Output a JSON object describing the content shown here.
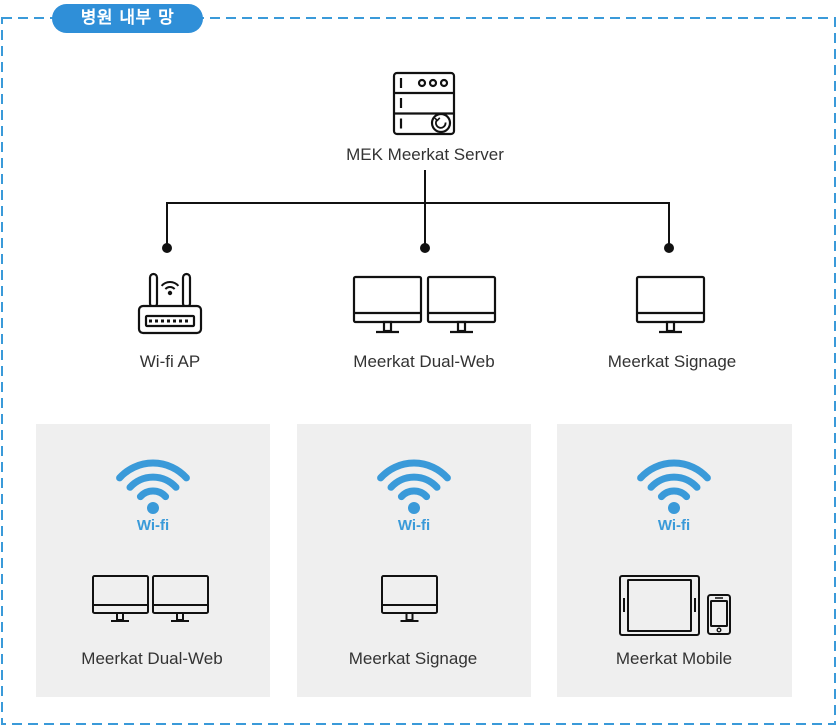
{
  "network": {
    "title": "병원 내부 망"
  },
  "server": {
    "label": "MEK Meerkat Server",
    "icon": "server-icon"
  },
  "nodes": [
    {
      "label": "Wi-fi AP",
      "icon": "router-icon"
    },
    {
      "label": "Meerkat Dual-Web",
      "icon": "dual-monitor-icon"
    },
    {
      "label": "Meerkat Signage",
      "icon": "monitor-icon"
    }
  ],
  "zones": [
    {
      "wifi_label": "Wi-fi",
      "device_label": "Meerkat Dual-Web",
      "icon": "dual-monitor-icon"
    },
    {
      "wifi_label": "Wi-fi",
      "device_label": "Meerkat Signage",
      "icon": "monitor-icon"
    },
    {
      "wifi_label": "Wi-fi",
      "device_label": "Meerkat Mobile",
      "icon": "tablet-phone-icon"
    }
  ],
  "colors": {
    "accent": "#3a9ad9",
    "pill": "#2f8fd8",
    "zone_bg": "#efefef",
    "line": "#111111",
    "text": "#333333"
  }
}
